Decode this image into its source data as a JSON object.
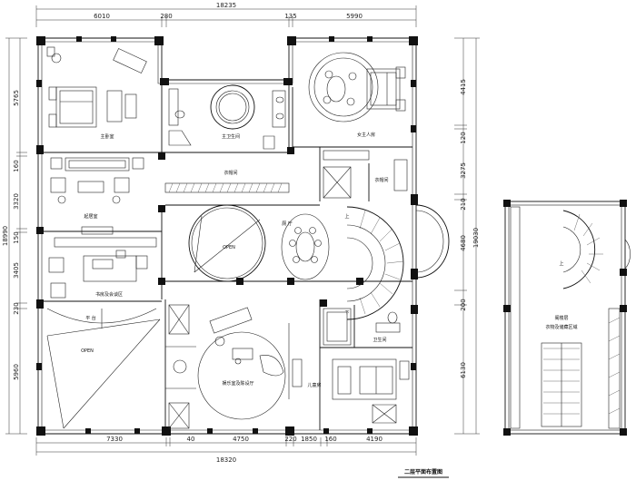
{
  "dimensions": {
    "top_total": "18235",
    "top_segments": [
      "6010",
      "280",
      "135",
      "5990"
    ],
    "bottom_total": "18320",
    "bottom_segments": [
      "7330",
      "40",
      "4750",
      "220",
      "1850",
      "160",
      "4190"
    ],
    "left_total": "18990",
    "left_segments": [
      "5765",
      "160",
      "3320",
      "150",
      "3405",
      "230",
      "5960"
    ],
    "right_total": "19030",
    "right_segments": [
      "4415",
      "120",
      "3275",
      "210",
      "4680",
      "200",
      "6130"
    ]
  },
  "rooms": {
    "master_bedroom": "主卧室",
    "master_bath": "主卫生间",
    "lady_bedroom": "女主人房",
    "cloakroom": "衣帽间",
    "cloakroom_small": "衣帽间",
    "living_room": "起居室",
    "hall": "厕 厅",
    "study": "书房及会谈区",
    "terrace": "平 台",
    "open_left": "OPEN",
    "open_center": "OPEN",
    "bathroom": "卫生间",
    "entertainment": "娱乐室及陈设厅",
    "kids_room": "儿童房",
    "attic_label_1": "阁楼层",
    "attic_label_2": "衣物及储藏区域"
  },
  "stairs": {
    "up": "上",
    "down": "下",
    "up_attic": "上"
  },
  "drawing_title": "二层平面布置图"
}
